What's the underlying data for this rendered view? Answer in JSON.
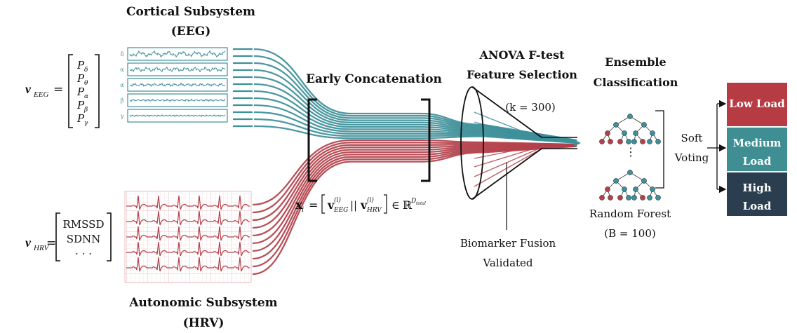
{
  "titles": {
    "cortical_line1": "Cortical Subsystem",
    "cortical_line2": "(EEG)",
    "autonomic_line1": "Autonomic Subsystem",
    "autonomic_line2": "(HRV)",
    "early_concat": "Early Concatenation",
    "anova_line1": "ANOVA F-test",
    "anova_line2": "Feature Selection",
    "k_label": "(k = 300)",
    "ensemble_line1": "Ensemble",
    "ensemble_line2": "Classification",
    "random_forest": "Random Forest",
    "b_label": "(B = 100)",
    "soft": "Soft",
    "voting": "Voting",
    "fusion_line1": "Biomarker Fusion",
    "fusion_line2": "Validated"
  },
  "eeg": {
    "vector_name": "v",
    "vector_sub": "EEG",
    "components": [
      "P",
      "P",
      "P",
      "P",
      "P"
    ],
    "component_subs": [
      "δ",
      "θ",
      "α",
      "β",
      "γ"
    ],
    "band_labels": [
      "δ",
      "α",
      "α",
      "β",
      "γ"
    ]
  },
  "hrv": {
    "vector_name": "v",
    "vector_sub": "HRV",
    "components": [
      "RMSSD",
      "SDNN",
      "· · ·"
    ]
  },
  "concat_formula": {
    "lhs": "x",
    "lhs_sub": "i",
    "eeg_sub": "EEG",
    "hrv_sub": "HRV",
    "sup": "(i)",
    "sep": "||",
    "in": "∈",
    "space": "ℝ",
    "space_sup": "D",
    "space_sup_sub": "total"
  },
  "classes": [
    {
      "label_line1": "Low Load",
      "label_line2": "",
      "color": "#b63b43"
    },
    {
      "label_line1": "Medium",
      "label_line2": "Load",
      "color": "#3e8e93"
    },
    {
      "label_line1": "High",
      "label_line2": "Load",
      "color": "#2b3e4f"
    }
  ],
  "colors": {
    "eeg": "#3d8f99",
    "hrv": "#b3404a",
    "ecg_grid": "#eab8bd",
    "ink": "#111111"
  }
}
